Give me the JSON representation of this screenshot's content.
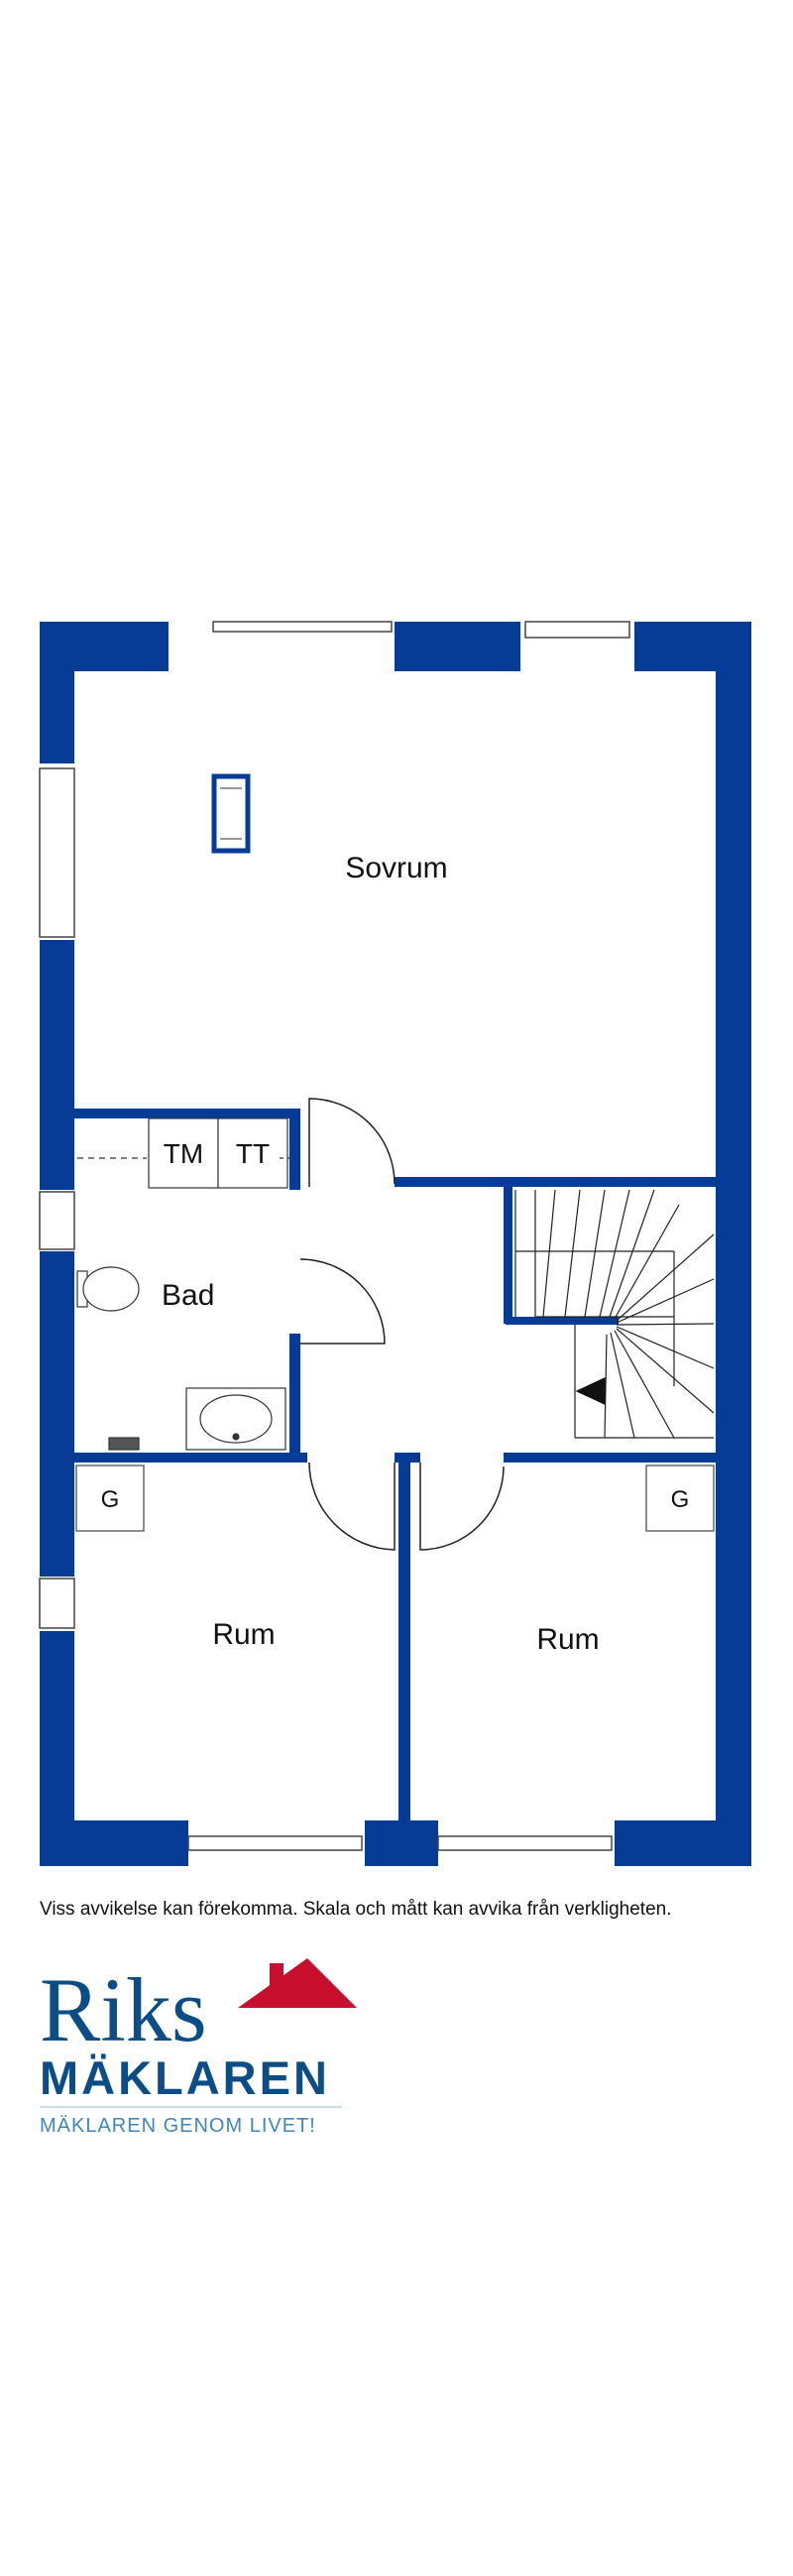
{
  "rooms": {
    "sovrum": "Sovrum",
    "bad": "Bad",
    "rum_left": "Rum",
    "rum_right": "Rum"
  },
  "fixtures": {
    "tm": "TM",
    "tt": "TT",
    "g_left": "G",
    "g_right": "G"
  },
  "disclaimer": "Viss avvikelse kan förekomma. Skala och mått kan avvika från verkligheten.",
  "logo": {
    "riks": "Riks",
    "maklaren": "MÄKLAREN",
    "tagline": "MÄKLAREN GENOM LIVET!"
  },
  "colors": {
    "wall": "#063c96",
    "logo_blue": "#0b4d86",
    "logo_red": "#c8102e",
    "logo_tagline": "#3f87b8"
  }
}
